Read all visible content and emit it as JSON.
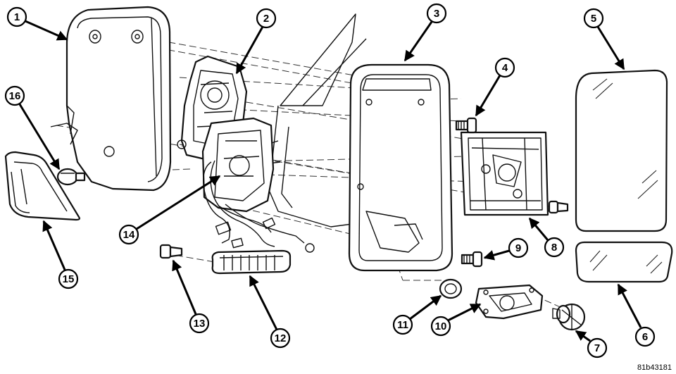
{
  "callouts": [
    {
      "id": "callout-1",
      "label": "1"
    },
    {
      "id": "callout-2",
      "label": "2"
    },
    {
      "id": "callout-3",
      "label": "3"
    },
    {
      "id": "callout-4",
      "label": "4"
    },
    {
      "id": "callout-5",
      "label": "5"
    },
    {
      "id": "callout-6",
      "label": "6"
    },
    {
      "id": "callout-7",
      "label": "7"
    },
    {
      "id": "callout-8",
      "label": "8"
    },
    {
      "id": "callout-9",
      "label": "9"
    },
    {
      "id": "callout-10",
      "label": "10"
    },
    {
      "id": "callout-11",
      "label": "11"
    },
    {
      "id": "callout-12",
      "label": "12"
    },
    {
      "id": "callout-13",
      "label": "13"
    },
    {
      "id": "callout-14",
      "label": "14"
    },
    {
      "id": "callout-15",
      "label": "15"
    },
    {
      "id": "callout-16",
      "label": "16"
    }
  ],
  "reference_code": "81b43181"
}
